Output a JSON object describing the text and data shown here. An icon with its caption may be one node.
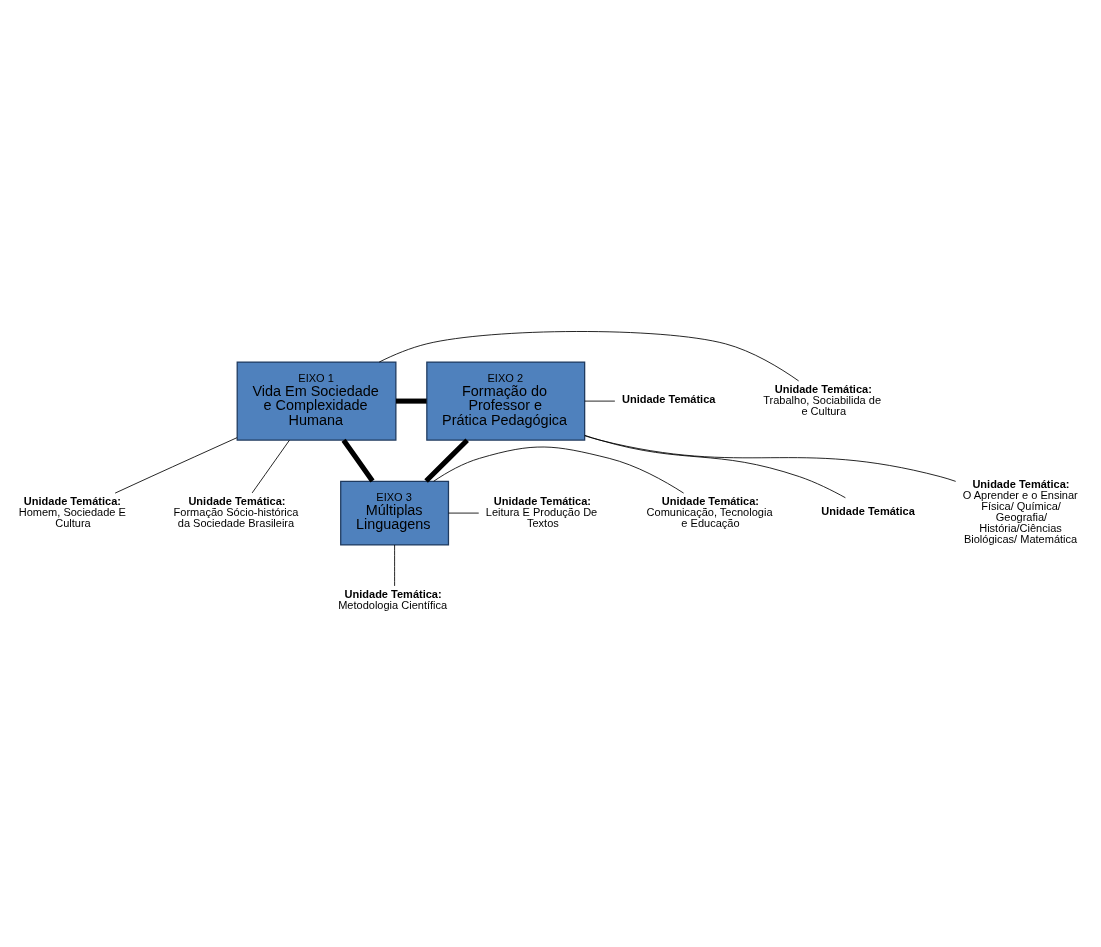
{
  "diagram": {
    "nodes": [
      {
        "text": [
          "Unidade Temática:",
          "Homem, Sociedade E Cultura"
        ]
      },
      {
        "text": [
          "Unidade Temática"
        ]
      },
      {
        "text": [
          "Unidade Temática:",
          "Trabalho, Sociabilida de e Cultura"
        ]
      },
      {
        "text": [
          "EIXO 1",
          "Vida Em Sociedade e Complexidade Humana"
        ]
      },
      {
        "text": [
          "EIXO 2",
          "Formação do Professor e Prática Pedagógica"
        ]
      },
      {
        "text": [
          "Unidade Temática"
        ]
      },
      {
        "text": [
          "Unidade Temática:",
          "Formação Sócio-histórica da Sociedade Brasileira"
        ]
      },
      {
        "text": [
          "Unidade Temática:",
          "O Aprender e o Ensinar Física/ Química/ Geografia/ História/Ciências Biológicas/ Matemática"
        ]
      },
      {
        "text": [
          "EIXO 3",
          "Múltiplas Linguagens"
        ]
      },
      {
        "text": [
          "Unidade Temática:",
          "Comunicação, Tecnologia e Educação"
        ]
      },
      {
        "text": [
          "Unidade Temática:",
          "Leitura E Produção De Textos"
        ]
      },
      {
        "text": [
          "Unidade Temática:",
          "Metodologia Científica"
        ]
      }
    ],
    "edges": [
      {
        "from": 3,
        "to": 4,
        "arrow": "none",
        "style": "thick"
      },
      {
        "from": 3,
        "to": 8,
        "arrow": "none",
        "style": "thick"
      },
      {
        "from": 4,
        "to": 8,
        "arrow": "none",
        "style": "thick"
      },
      {
        "from": 3,
        "to": 0,
        "arrow": "none"
      },
      {
        "from": 3,
        "to": 2,
        "arrow": "none"
      },
      {
        "from": 3,
        "to": 6,
        "arrow": "none"
      },
      {
        "from": 4,
        "to": 1,
        "arrow": "none"
      },
      {
        "from": 4,
        "to": 5,
        "arrow": "none"
      },
      {
        "from": 4,
        "to": 7,
        "arrow": "none"
      },
      {
        "from": 8,
        "to": 9,
        "arrow": "none"
      },
      {
        "from": 8,
        "to": 10,
        "arrow": "none"
      },
      {
        "from": 8,
        "to": 11,
        "arrow": "none"
      }
    ]
  }
}
